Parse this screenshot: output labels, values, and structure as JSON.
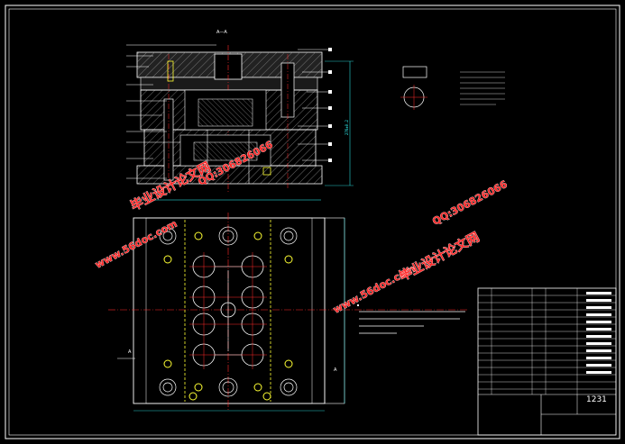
{
  "drawing": {
    "frame_color": "#ffffff",
    "section_label": "A—A",
    "view_label": "A",
    "dimension_height": "276±0.2",
    "title_block_number": "1231"
  },
  "watermarks": {
    "site": "www.56doc.com",
    "qq": "QQ:306826066",
    "brand": "毕业设计论文网"
  },
  "colors": {
    "red": "#ff2a2a",
    "yellow": "#ffff33",
    "cyan": "#33ffff",
    "magenta": "#ff44ff",
    "white": "#ffffff"
  }
}
